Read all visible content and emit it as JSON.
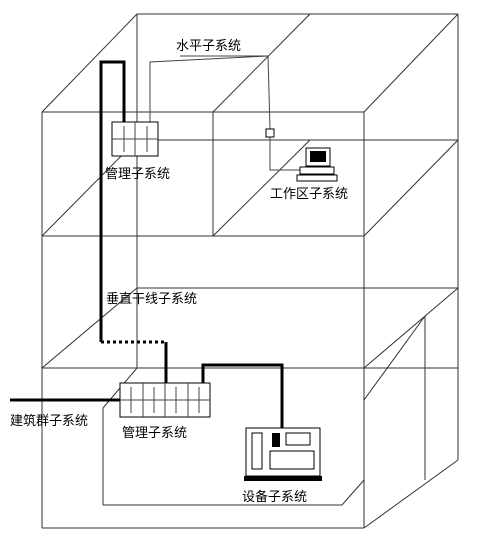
{
  "labels": {
    "horizontal": "水平子系统",
    "mgmt_upper": "管理子系统",
    "work_area": "工作区子系统",
    "vertical": "垂直干线子系统",
    "campus": "建筑群子系统",
    "mgmt_lower": "管理子系统",
    "equipment": "设备子系统"
  }
}
